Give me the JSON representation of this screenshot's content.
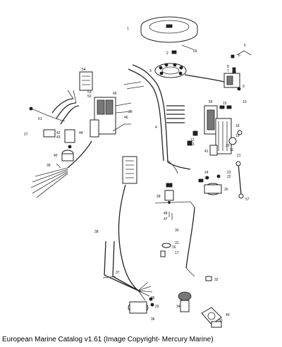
{
  "caption": "European Marine Catalog v1.61 (Image Copyright- Mercury Marine)",
  "callouts": [
    "1",
    "2",
    "3",
    "4",
    "5",
    "6",
    "7",
    "8",
    "9",
    "10",
    "11",
    "12",
    "13",
    "15",
    "16",
    "17",
    "18",
    "19",
    "20",
    "21",
    "22",
    "23",
    "24",
    "25",
    "26",
    "27",
    "28",
    "29",
    "30",
    "31",
    "32",
    "33",
    "34",
    "35",
    "36",
    "37",
    "38",
    "39",
    "40",
    "41",
    "42",
    "43",
    "44",
    "45",
    "46",
    "47",
    "48",
    "49",
    "50",
    "51",
    "52",
    "53",
    "54",
    "55",
    "56",
    "57"
  ]
}
